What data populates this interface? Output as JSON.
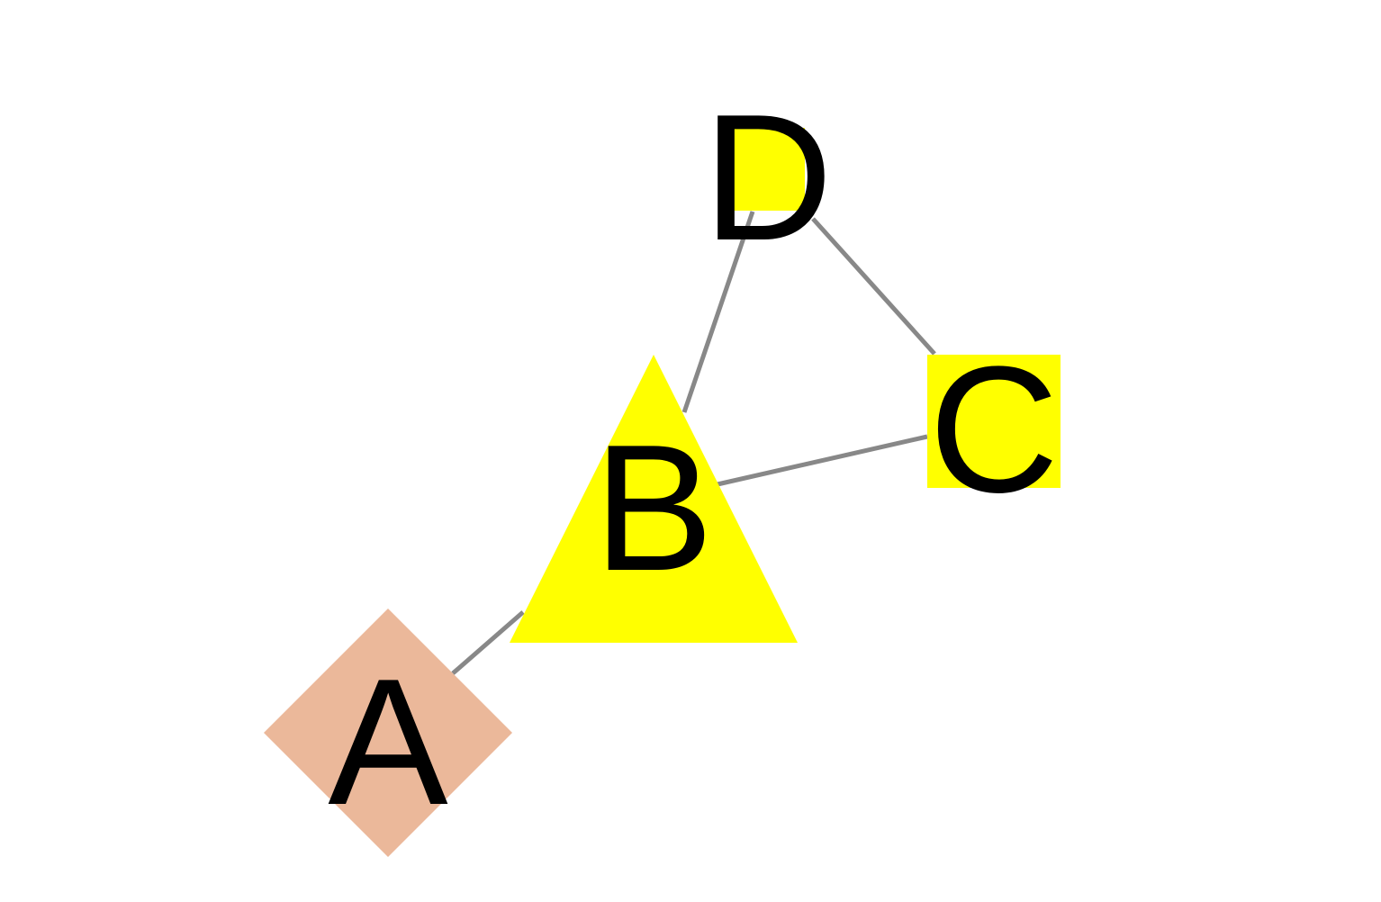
{
  "graph": {
    "nodes": [
      {
        "id": "A",
        "label": "A",
        "shape": "diamond",
        "color": "#EBB89A"
      },
      {
        "id": "B",
        "label": "B",
        "shape": "triangle",
        "color": "#FFFF00"
      },
      {
        "id": "C",
        "label": "C",
        "shape": "square",
        "color": "#FFFF00"
      },
      {
        "id": "D",
        "label": "D",
        "shape": "square",
        "color": "#FFFF00"
      }
    ],
    "edges": [
      {
        "source": "A",
        "target": "B"
      },
      {
        "source": "B",
        "target": "C"
      },
      {
        "source": "B",
        "target": "D"
      },
      {
        "source": "C",
        "target": "D"
      }
    ],
    "edge_color": "#888888",
    "background": "#FFFFFF"
  }
}
